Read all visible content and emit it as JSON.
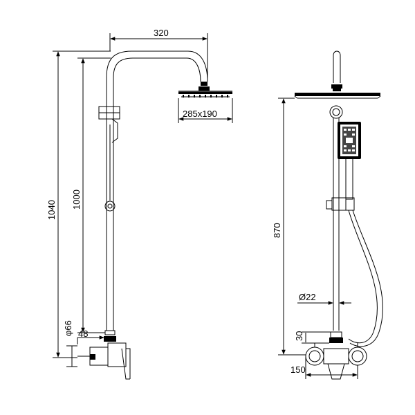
{
  "side_view": {
    "dims": {
      "arm_reach": "320",
      "head_size": "285x190",
      "total_height": "1040",
      "rail_height": "1000",
      "diameter_66": "φ66",
      "offset_48": "48"
    }
  },
  "front_view": {
    "dims": {
      "height_870": "870",
      "pipe_diameter": "Ø22",
      "valve_30": "30",
      "center_150": "150"
    }
  }
}
